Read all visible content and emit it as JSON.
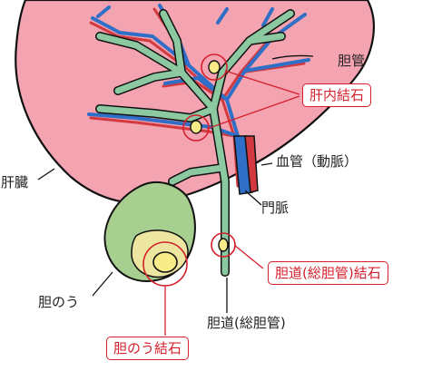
{
  "labels": {
    "bile_duct": "胆管",
    "intrahepatic_stone": "肝内結石",
    "blood_vessel": "血管（動脈）",
    "liver": "肝臓",
    "portal_vein": "門脈",
    "common_bile_duct_stone": "胆道(総胆管)結石",
    "gallbladder": "胆のう",
    "common_bile_duct": "胆道(総胆管)",
    "gallbladder_stone": "胆のう結石"
  },
  "colors": {
    "liver": "#f4a3b0",
    "liver_outline": "#111111",
    "duct": "#8cc9a0",
    "gallbladder": "#a7cf8f",
    "stone": "#f7ec88",
    "vein": "#2f6fc7",
    "artery": "#d23a40",
    "highlight": "#d4202c"
  }
}
